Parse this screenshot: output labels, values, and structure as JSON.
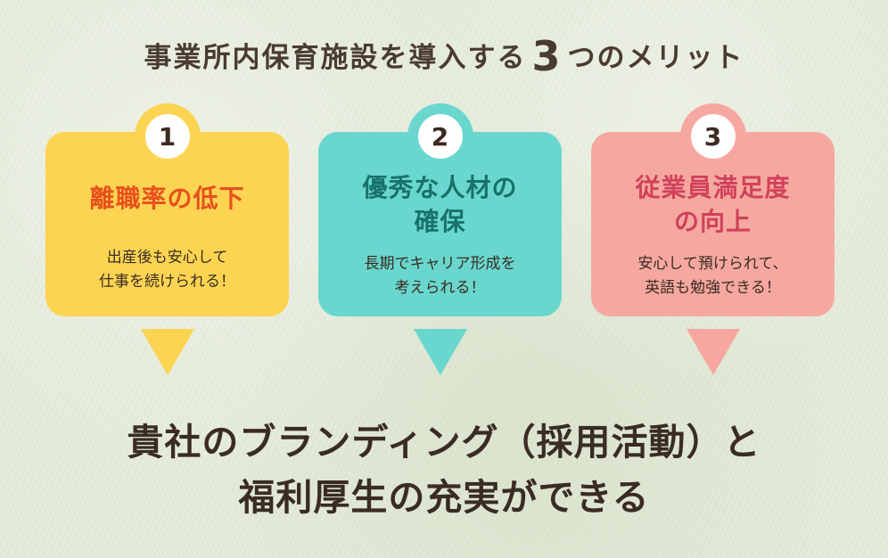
{
  "header": {
    "title_before": "事業所内保育施設を導入する",
    "title_number": "3",
    "title_after": "つのメリット"
  },
  "cards": [
    {
      "number": "1",
      "heading_line1": "離職率の低下",
      "heading_line2": "",
      "body_line1": "出産後も安心して",
      "body_line2": "仕事を続けられる！",
      "color": "#fcd452",
      "heading_color": "#e8501c"
    },
    {
      "number": "2",
      "heading_line1": "優秀な人材の",
      "heading_line2": "確保",
      "body_line1": "長期でキャリア形成を",
      "body_line2": "考えられる！",
      "color": "#69d7ce",
      "heading_color": "#18726a"
    },
    {
      "number": "3",
      "heading_line1": "従業員満足度",
      "heading_line2": "の向上",
      "body_line1": "安心して預けられて、",
      "body_line2": "英語も勉強できる！",
      "color": "#f6a8a0",
      "heading_color": "#d0425a"
    }
  ],
  "conclusion": {
    "line1": "貴社のブランディング（採用活動）と",
    "line2": "福利厚生の充実ができる"
  }
}
